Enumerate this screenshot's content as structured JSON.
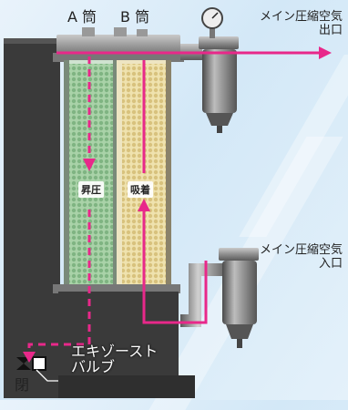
{
  "labels": {
    "tower_a": "A 筒",
    "tower_b": "B 筒",
    "main_outlet": "メイン圧縮空気\n出口",
    "main_inlet": "メイン圧縮空気\n入口",
    "depressurize": "昇圧",
    "adsorb": "吸着",
    "exhaust_valve": "エキゾースト\nバルブ",
    "closed": "閉"
  },
  "colors": {
    "flow": "#e8288a",
    "housing": "#3a3a3a",
    "bed_a": "#9fc9a0",
    "bed_b": "#e8d9a2"
  }
}
